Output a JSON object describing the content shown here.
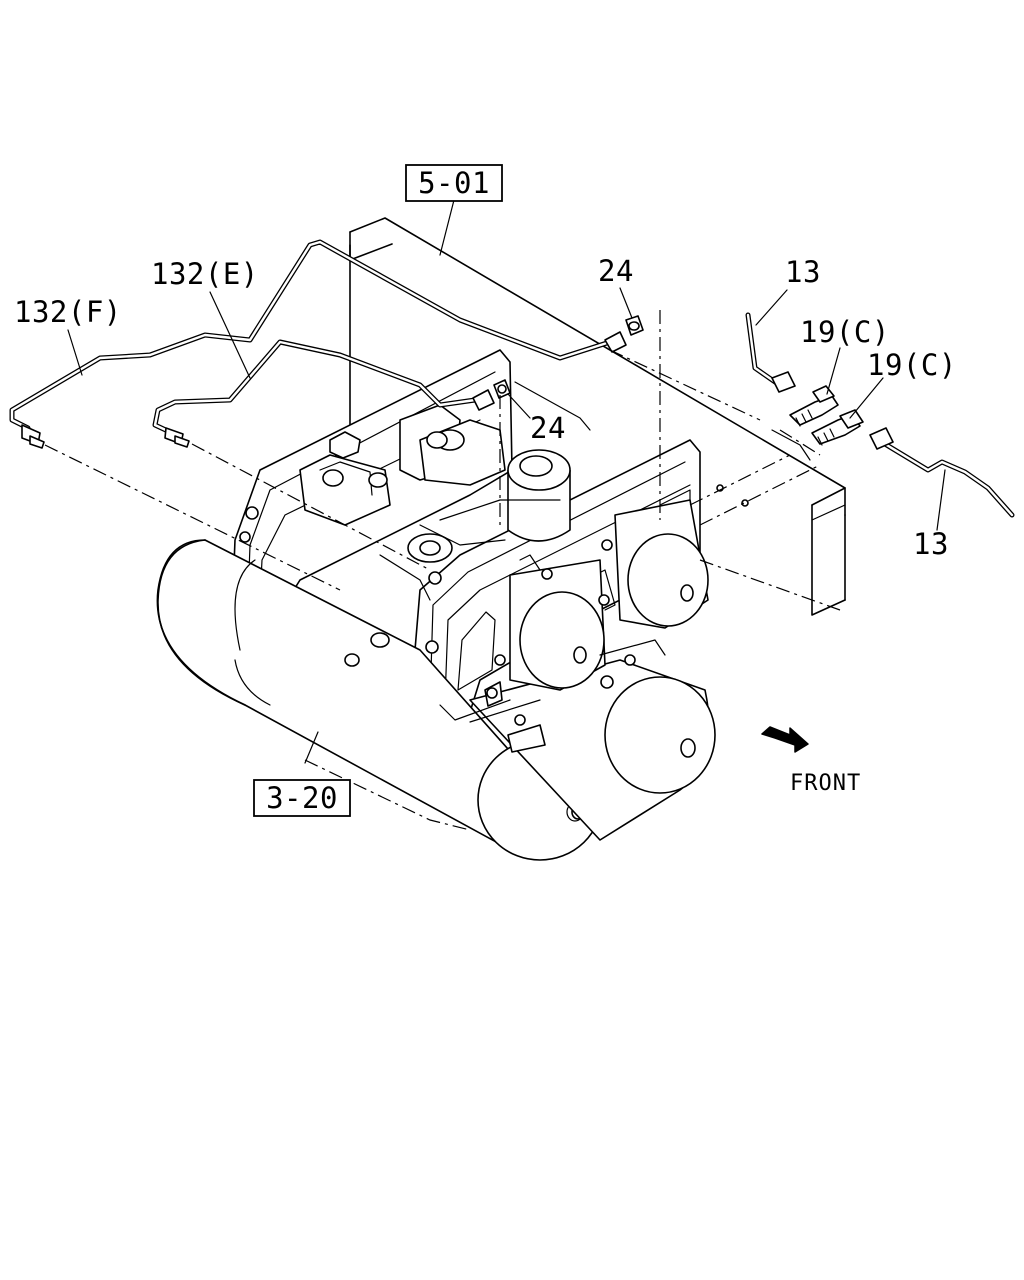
{
  "diagram": {
    "reference_boxes": [
      {
        "id": "ref-5-01",
        "text": "5-01"
      },
      {
        "id": "ref-3-20",
        "text": "3-20"
      }
    ],
    "callouts": [
      {
        "id": "callout-132F",
        "text": "132(F)"
      },
      {
        "id": "callout-132E",
        "text": "132(E)"
      },
      {
        "id": "callout-24-top",
        "text": "24"
      },
      {
        "id": "callout-24-mid",
        "text": "24"
      },
      {
        "id": "callout-13-top",
        "text": "13"
      },
      {
        "id": "callout-19C-1",
        "text": "19(C)"
      },
      {
        "id": "callout-19C-2",
        "text": "19(C)"
      },
      {
        "id": "callout-13-bottom",
        "text": "13"
      }
    ],
    "direction_label": "FRONT"
  }
}
